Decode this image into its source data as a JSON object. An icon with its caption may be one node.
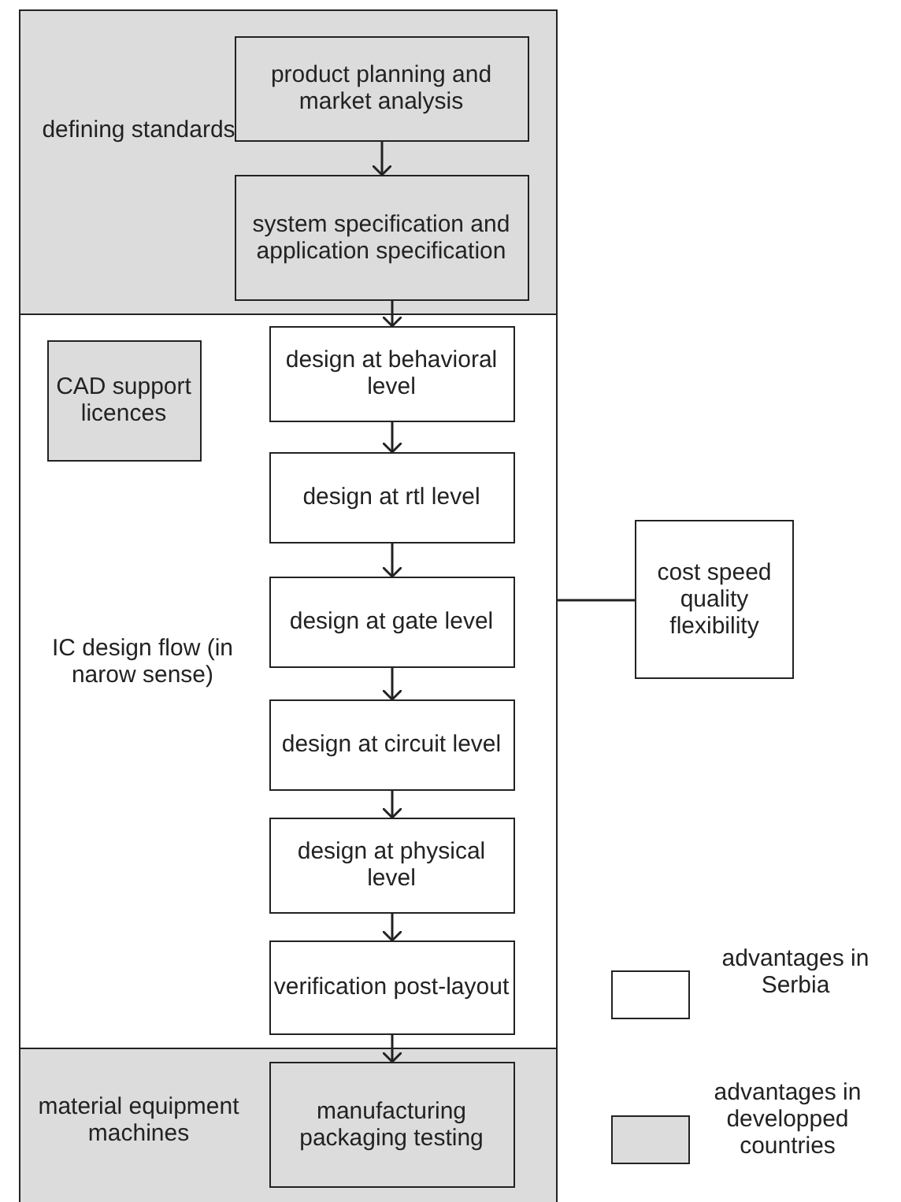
{
  "diagram": {
    "nodes": [
      {
        "text": [
          "defining standards"
        ]
      },
      {
        "text": [
          "product planning and market analysis"
        ],
        "in": 0
      },
      {
        "text": [
          "system specification and application specification"
        ],
        "in": 0
      },
      {
        "text": [
          "IC design flow (in narow sense)"
        ]
      },
      {
        "text": [
          "CAD support licences"
        ],
        "in": 3
      },
      {
        "text": [
          "design at behavioral level"
        ],
        "in": 3
      },
      {
        "text": [
          "design at rtl level"
        ],
        "in": 3
      },
      {
        "text": [
          "design at gate level"
        ],
        "in": 3
      },
      {
        "text": [
          "design at circuit level"
        ],
        "in": 3
      },
      {
        "text": [
          "design at physical level"
        ],
        "in": 3
      },
      {
        "text": [
          "verification post-layout"
        ],
        "in": 3
      },
      {
        "text": [
          "material equipment machines"
        ]
      },
      {
        "text": [
          "manufacturing packaging testing"
        ],
        "in": 11
      },
      {
        "text": [
          "cost speed quality flexibility"
        ]
      }
    ],
    "edges": [
      {
        "from": 1,
        "to": 2,
        "arrow": "to"
      },
      {
        "from": 2,
        "to": 5,
        "arrow": "to"
      },
      {
        "from": 5,
        "to": 6,
        "arrow": "to"
      },
      {
        "from": 6,
        "to": 7,
        "arrow": "to"
      },
      {
        "from": 7,
        "to": 8,
        "arrow": "to"
      },
      {
        "from": 8,
        "to": 9,
        "arrow": "to"
      },
      {
        "from": 9,
        "to": 10,
        "arrow": "to"
      },
      {
        "from": 10,
        "to": 12,
        "arrow": "to"
      },
      {
        "from": 3,
        "to": 13,
        "arrow": "none"
      }
    ],
    "legend": [
      {
        "text": "advantages in Serbia",
        "color": "#ffffff"
      },
      {
        "text": "advantages in developped countries",
        "color": "#dcdcdc"
      }
    ]
  }
}
